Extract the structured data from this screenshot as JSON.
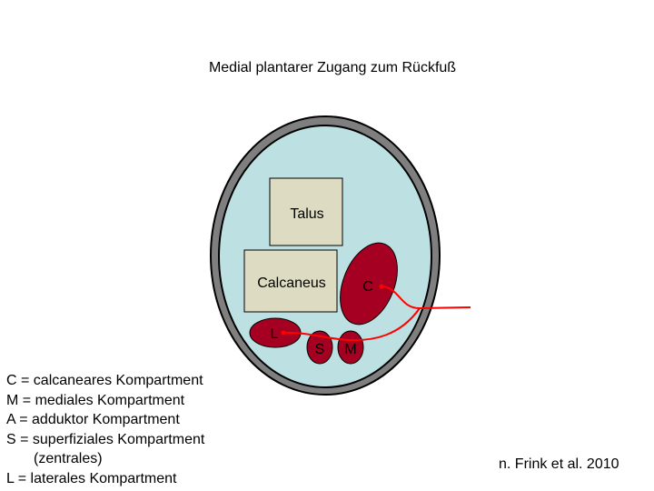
{
  "title": "Medial plantarer Zugang zum Rückfuß",
  "labels": {
    "talus": "Talus",
    "calcaneus": "Calcaneus",
    "c": "C",
    "l": "L",
    "s": "S",
    "m": "M"
  },
  "legend": [
    "C = calcaneares Kompartment",
    "M = mediales Kompartment",
    "A = adduktor Kompartment",
    "S = superfiziales Kompartment",
    "(zentrales)",
    "L = laterales Kompartment"
  ],
  "citation": "n. Frink et al. 2010",
  "colors": {
    "ring": "#7f7f7f",
    "interior": "#bde0e2",
    "bone": "#dddbc2",
    "compartment": "#a50021",
    "approach": "#ff0000"
  }
}
